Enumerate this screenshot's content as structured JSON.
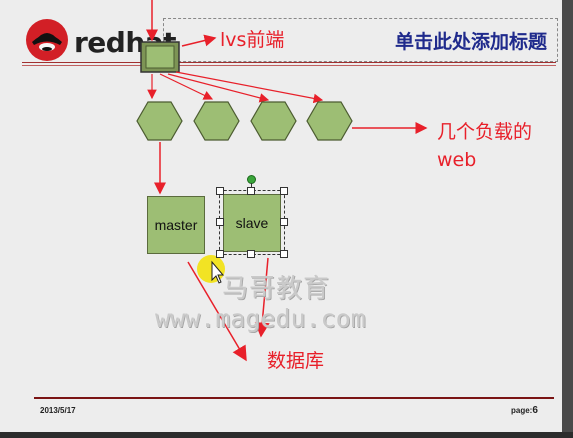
{
  "logo": {
    "text": "redhat"
  },
  "title": "单击此处添加标题",
  "labels": {
    "lvs": "lvs前端",
    "balancers": [
      "几个负载的",
      "web"
    ],
    "db": "数据库"
  },
  "nodes": {
    "master": "master",
    "slave": "slave"
  },
  "watermark": {
    "line1": "马哥教育",
    "line2": "www.magedu.com"
  },
  "footer": {
    "date": "2013/5/17",
    "page_prefix": "page:",
    "page_number": "6"
  },
  "colors": {
    "arrow": "#e8202a",
    "node_fill": "#9dbe74",
    "title": "#1f2a8c",
    "cursor_highlight": "#f2e000"
  }
}
